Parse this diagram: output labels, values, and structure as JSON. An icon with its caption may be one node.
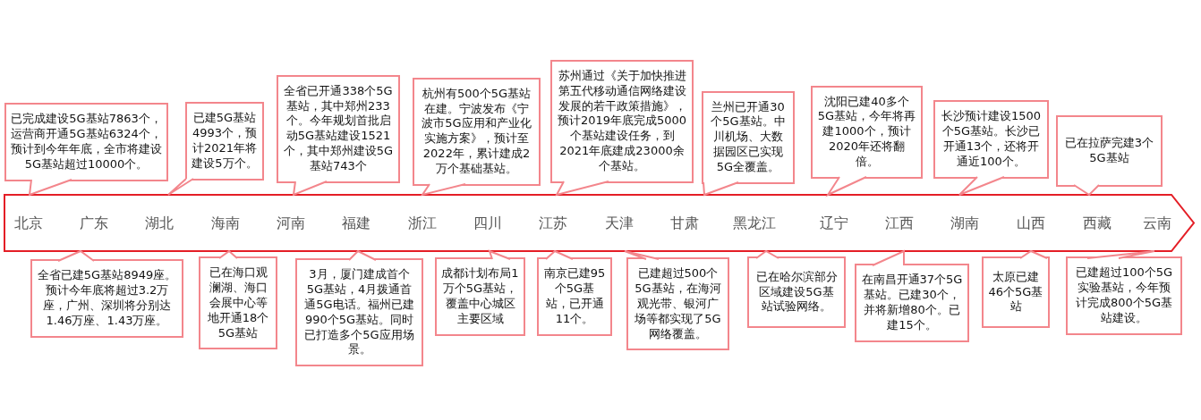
{
  "diagram": {
    "nodes": [
      {
        "text": [],
        "shape": "arrow"
      },
      {
        "text": [
          "北京"
        ],
        "in": 0
      },
      {
        "text": [
          "广东"
        ],
        "in": 0
      },
      {
        "text": [
          "湖北"
        ],
        "in": 0
      },
      {
        "text": [
          "海南"
        ],
        "in": 0
      },
      {
        "text": [
          "河南"
        ],
        "in": 0
      },
      {
        "text": [
          "福建"
        ],
        "in": 0
      },
      {
        "text": [
          "浙江"
        ],
        "in": 0
      },
      {
        "text": [
          "四川"
        ],
        "in": 0
      },
      {
        "text": [
          "江苏"
        ],
        "in": 0
      },
      {
        "text": [
          "天津"
        ],
        "in": 0
      },
      {
        "text": [
          "甘肃"
        ],
        "in": 0
      },
      {
        "text": [
          "黑龙江"
        ],
        "in": 0
      },
      {
        "text": [
          "辽宁"
        ],
        "in": 0
      },
      {
        "text": [
          "江西"
        ],
        "in": 0
      },
      {
        "text": [
          "湖南"
        ],
        "in": 0
      },
      {
        "text": [
          "山西"
        ],
        "in": 0
      },
      {
        "text": [
          "西藏"
        ],
        "in": 0
      },
      {
        "text": [
          "云南"
        ],
        "in": 0
      },
      {
        "text": [
          "已完成建设5G基站7863个，运营商开通5G基站6324个，预计到今年年底，全市将建设5G基站超过10000个。"
        ]
      },
      {
        "text": [
          "已建5G基站4993个，预计2021年将建设5万个。"
        ]
      },
      {
        "text": [
          "全省已开通338个5G基站，其中郑州233个。今年规划首批启动5G基站建设1521个，其中郑州建设5G基站743个"
        ]
      },
      {
        "text": [
          "杭州有500个5G基站在建。宁波发布《宁波市5G应用和产业化实施方案》，预计至2022年，累计建成2万个基础基站。"
        ]
      },
      {
        "text": [
          "苏州通过《关于加快推进第五代移动通信网络建设发展的若干政策措施》，预计2019年底完成5000个基站建设任务，到2021年底建成23000余个基站。"
        ]
      },
      {
        "text": [
          "兰州已开通30个5G基站。中川机场、大数据园区已实现5G全覆盖。"
        ]
      },
      {
        "text": [
          "沈阳已建40多个5G基站，今年将再建1000个，预计2020年还将翻倍。"
        ]
      },
      {
        "text": [
          "长沙预计建设1500个5G基站。长沙已开通13个，还将开通近100个。"
        ]
      },
      {
        "text": [
          "已在拉萨完建3个5G基站"
        ]
      },
      {
        "text": [
          "全省已建5G基站8949座。预计今年底将超过3.2万座，广州、深圳将分别达1.46万座、1.43万座。"
        ]
      },
      {
        "text": [
          "已在海口观澜湖、海口会展中心等地开通18个5G基站"
        ]
      },
      {
        "text": [
          "3月，厦门建成首个5G基站，4月拨通首通5G电话。福州已建990个5G基站。同时已打造多个5G应用场景。"
        ]
      },
      {
        "text": [
          "成都计划布局1万个5G基站，覆盖中心城区主要区域"
        ]
      },
      {
        "text": [
          "南京已建95个5G基站，已开通11个。"
        ]
      },
      {
        "text": [
          "已建超过500个5G基站，在海河观光带、银河广场等都实现了5G网络覆盖。"
        ]
      },
      {
        "text": [
          "已在哈尔滨部分区域建设5G基站试验网络。"
        ]
      },
      {
        "text": [
          "在南昌开通37个5G基站。已建30个，并将新增80个。已建15个。"
        ]
      },
      {
        "text": [
          "太原已建46个5G基站"
        ]
      },
      {
        "text": [
          "已建超过100个5G实验基站，今年预计完成800个5G基站建设。"
        ]
      }
    ],
    "edges": [
      {
        "from": 19,
        "to": 1,
        "arrow": "none"
      },
      {
        "from": 20,
        "to": 3,
        "arrow": "none"
      },
      {
        "from": 21,
        "to": 5,
        "arrow": "none"
      },
      {
        "from": 22,
        "to": 7,
        "arrow": "none"
      },
      {
        "from": 23,
        "to": 9,
        "arrow": "none"
      },
      {
        "from": 24,
        "to": 11,
        "arrow": "none"
      },
      {
        "from": 25,
        "to": 13,
        "arrow": "none"
      },
      {
        "from": 26,
        "to": 15,
        "arrow": "none"
      },
      {
        "from": 27,
        "to": 17,
        "arrow": "none"
      },
      {
        "from": 28,
        "to": 2,
        "arrow": "none"
      },
      {
        "from": 29,
        "to": 4,
        "arrow": "none"
      },
      {
        "from": 30,
        "to": 6,
        "arrow": "none"
      },
      {
        "from": 31,
        "to": 8,
        "arrow": "none"
      },
      {
        "from": 32,
        "to": 9,
        "arrow": "none"
      },
      {
        "from": 33,
        "to": 10,
        "arrow": "none"
      },
      {
        "from": 34,
        "to": 12,
        "arrow": "none"
      },
      {
        "from": 35,
        "to": 14,
        "arrow": "none"
      },
      {
        "from": 36,
        "to": 16,
        "arrow": "none"
      },
      {
        "from": 37,
        "to": 18,
        "arrow": "none"
      }
    ]
  }
}
